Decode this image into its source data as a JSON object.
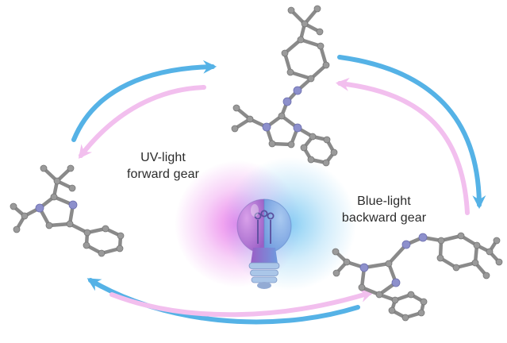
{
  "figure": {
    "labels": {
      "uv_line1": "UV-light",
      "uv_line2": "forward gear",
      "blue_line1": "Blue-light",
      "blue_line2": "backward gear"
    },
    "colors": {
      "background": "#ffffff",
      "blue_arrow": "#55b2e6",
      "pink_arrow": "#f2bfee",
      "glow_magenta": "#e563e6",
      "glow_blue": "#74c6f2",
      "bulb_left_dark": "#9a5fc6",
      "bulb_left_light": "#d9a0ea",
      "bulb_right_dark": "#6f9ade",
      "bulb_right_light": "#a9c9f0",
      "bulb_base": "#aac6e8",
      "filament": "#5a4f9e",
      "carbon": "#8a8a8a",
      "nitrogen": "#8d90cc",
      "label_text": "#2b2b2b"
    },
    "molecules": [
      {
        "id": "top",
        "atoms": [
          [
            384,
            30,
            "C"
          ],
          [
            367,
            13,
            "C"
          ],
          [
            400,
            11,
            "C"
          ],
          [
            403,
            40,
            "C"
          ],
          [
            379,
            50,
            "C"
          ],
          [
            404,
            58,
            "C"
          ],
          [
            411,
            82,
            "C"
          ],
          [
            392,
            99,
            "C"
          ],
          [
            366,
            91,
            "C"
          ],
          [
            359,
            67,
            "C"
          ],
          [
            375,
            114,
            "N"
          ],
          [
            362,
            128,
            "N"
          ],
          [
            355,
            146,
            "C"
          ],
          [
            375,
            161,
            "N"
          ],
          [
            367,
            182,
            "C"
          ],
          [
            343,
            181,
            "C"
          ],
          [
            336,
            160,
            "N"
          ],
          [
            315,
            150,
            "C"
          ],
          [
            298,
            136,
            "C"
          ],
          [
            296,
            162,
            "C"
          ],
          [
            394,
            172,
            "C"
          ],
          [
            412,
            176,
            "C"
          ],
          [
            421,
            192,
            "C"
          ],
          [
            411,
            205,
            "C"
          ],
          [
            392,
            201,
            "C"
          ],
          [
            383,
            186,
            "C"
          ]
        ],
        "bonds": [
          [
            0,
            1
          ],
          [
            0,
            2
          ],
          [
            0,
            3
          ],
          [
            0,
            4
          ],
          [
            4,
            5
          ],
          [
            5,
            6
          ],
          [
            6,
            7
          ],
          [
            7,
            8
          ],
          [
            8,
            9
          ],
          [
            9,
            4
          ],
          [
            7,
            10
          ],
          [
            10,
            11
          ],
          [
            11,
            12
          ],
          [
            12,
            13
          ],
          [
            13,
            14
          ],
          [
            14,
            15
          ],
          [
            15,
            16
          ],
          [
            16,
            12
          ],
          [
            16,
            17
          ],
          [
            17,
            18
          ],
          [
            17,
            19
          ],
          [
            13,
            20
          ],
          [
            20,
            21
          ],
          [
            21,
            22
          ],
          [
            22,
            23
          ],
          [
            23,
            24
          ],
          [
            24,
            25
          ],
          [
            25,
            20
          ]
        ]
      },
      {
        "id": "left",
        "atoms": [
          [
            72,
            228,
            "C"
          ],
          [
            55,
            212,
            "C"
          ],
          [
            89,
            212,
            "C"
          ],
          [
            91,
            237,
            "C"
          ],
          [
            68,
            248,
            "C"
          ],
          [
            92,
            258,
            "N"
          ],
          [
            88,
            282,
            "C"
          ],
          [
            62,
            284,
            "C"
          ],
          [
            50,
            262,
            "N"
          ],
          [
            31,
            272,
            "C"
          ],
          [
            17,
            260,
            "C"
          ],
          [
            21,
            289,
            "C"
          ],
          [
            110,
            293,
            "C"
          ],
          [
            133,
            288,
            "C"
          ],
          [
            152,
            297,
            "C"
          ],
          [
            151,
            313,
            "C"
          ],
          [
            128,
            319,
            "C"
          ],
          [
            109,
            309,
            "C"
          ]
        ],
        "bonds": [
          [
            0,
            1
          ],
          [
            0,
            2
          ],
          [
            0,
            3
          ],
          [
            0,
            4
          ],
          [
            4,
            5
          ],
          [
            5,
            6
          ],
          [
            6,
            7
          ],
          [
            7,
            8
          ],
          [
            8,
            4
          ],
          [
            8,
            9
          ],
          [
            9,
            10
          ],
          [
            9,
            11
          ],
          [
            6,
            12
          ],
          [
            12,
            13
          ],
          [
            13,
            14
          ],
          [
            14,
            15
          ],
          [
            15,
            16
          ],
          [
            16,
            17
          ],
          [
            17,
            12
          ]
        ]
      },
      {
        "id": "bottom-right",
        "atoms": [
          [
            556,
            303,
            "C"
          ],
          [
            581,
            297,
            "C"
          ],
          [
            601,
            309,
            "C"
          ],
          [
            599,
            331,
            "C"
          ],
          [
            575,
            337,
            "C"
          ],
          [
            555,
            325,
            "C"
          ],
          [
            617,
            317,
            "C"
          ],
          [
            629,
            330,
            "C"
          ],
          [
            626,
            303,
            "C"
          ],
          [
            533,
            299,
            "N"
          ],
          [
            512,
            308,
            "N"
          ],
          [
            490,
            332,
            "C"
          ],
          [
            499,
            356,
            "N"
          ],
          [
            478,
            371,
            "C"
          ],
          [
            456,
            362,
            "C"
          ],
          [
            459,
            337,
            "N"
          ],
          [
            437,
            330,
            "C"
          ],
          [
            423,
            317,
            "C"
          ],
          [
            424,
            344,
            "C"
          ],
          [
            498,
            378,
            "C"
          ],
          [
            518,
            371,
            "C"
          ],
          [
            534,
            380,
            "C"
          ],
          [
            531,
            394,
            "C"
          ],
          [
            511,
            400,
            "C"
          ],
          [
            494,
            391,
            "C"
          ],
          [
            613,
            347,
            "C"
          ]
        ],
        "bonds": [
          [
            0,
            1
          ],
          [
            1,
            2
          ],
          [
            2,
            3
          ],
          [
            3,
            4
          ],
          [
            4,
            5
          ],
          [
            5,
            0
          ],
          [
            2,
            6
          ],
          [
            6,
            7
          ],
          [
            6,
            8
          ],
          [
            3,
            25
          ],
          [
            0,
            9
          ],
          [
            9,
            10
          ],
          [
            10,
            11
          ],
          [
            11,
            12
          ],
          [
            12,
            13
          ],
          [
            13,
            14
          ],
          [
            14,
            15
          ],
          [
            15,
            11
          ],
          [
            15,
            16
          ],
          [
            16,
            17
          ],
          [
            16,
            18
          ],
          [
            13,
            19
          ],
          [
            19,
            20
          ],
          [
            20,
            21
          ],
          [
            21,
            22
          ],
          [
            22,
            23
          ],
          [
            23,
            24
          ],
          [
            24,
            19
          ]
        ]
      }
    ]
  }
}
